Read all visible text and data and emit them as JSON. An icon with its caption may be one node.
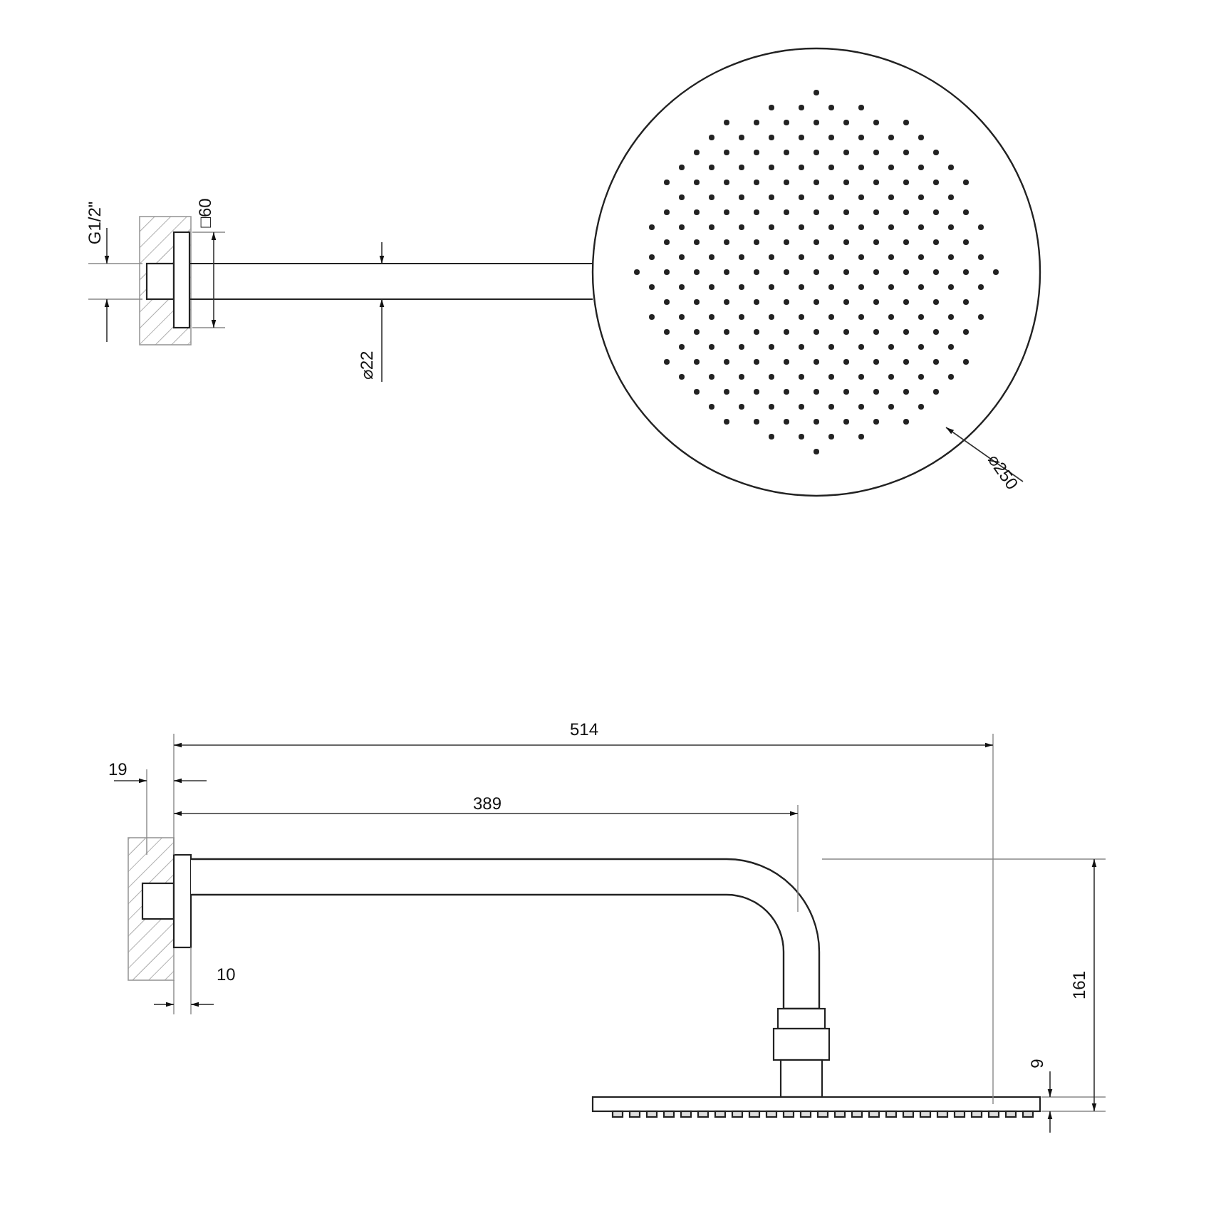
{
  "diagram": {
    "labels": [
      "G1/2\"",
      "□60",
      "⌀22",
      "⌀250",
      "514",
      "19",
      "389",
      "10",
      "161",
      "9"
    ]
  }
}
